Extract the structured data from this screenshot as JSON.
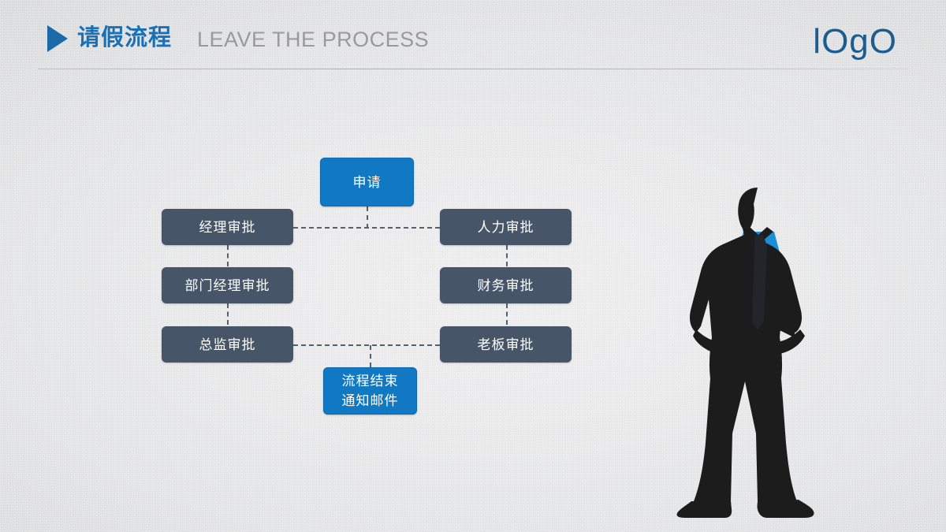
{
  "header": {
    "title_cn": "请假流程",
    "title_en": "LEAVE THE PROCESS",
    "logo": "lOgO",
    "arrow_icon": "triangle-right-icon",
    "accent_blue": "#1a6fb5",
    "en_gray": "#9a9a9c",
    "logo_color": "#1d5c8e",
    "rule_color": "#aeafb1"
  },
  "flowchart": {
    "type": "process-flow",
    "accent_blue": "#1179c4",
    "node_dark": "#475569",
    "connector_color": "#55606e",
    "connector_style": "dashed",
    "nodes": [
      {
        "id": "apply",
        "label": "申请",
        "style": "blue",
        "column": "center",
        "row": 0
      },
      {
        "id": "manager",
        "label": "经理审批",
        "style": "dark",
        "column": "left",
        "row": 1
      },
      {
        "id": "hr",
        "label": "人力审批",
        "style": "dark",
        "column": "right",
        "row": 1
      },
      {
        "id": "dept",
        "label": "部门经理审批",
        "style": "dark",
        "column": "left",
        "row": 2
      },
      {
        "id": "finance",
        "label": "财务审批",
        "style": "dark",
        "column": "right",
        "row": 2
      },
      {
        "id": "director",
        "label": "总监审批",
        "style": "dark",
        "column": "left",
        "row": 3
      },
      {
        "id": "boss",
        "label": "老板审批",
        "style": "dark",
        "column": "right",
        "row": 3
      },
      {
        "id": "finish",
        "label": "流程结束\n通知邮件",
        "style": "blue",
        "column": "center",
        "row": 4
      }
    ],
    "edges": [
      {
        "from": "apply",
        "to": "manager"
      },
      {
        "from": "apply",
        "to": "hr"
      },
      {
        "from": "manager",
        "to": "dept"
      },
      {
        "from": "dept",
        "to": "director"
      },
      {
        "from": "hr",
        "to": "finance"
      },
      {
        "from": "finance",
        "to": "boss"
      },
      {
        "from": "director",
        "to": "finish"
      },
      {
        "from": "boss",
        "to": "finish"
      }
    ]
  },
  "illustration": {
    "name": "businessman-silhouette",
    "suit_color": "#1c1c1c",
    "shirt_color": "#1a8ed6",
    "tie_color": "#23252a"
  }
}
